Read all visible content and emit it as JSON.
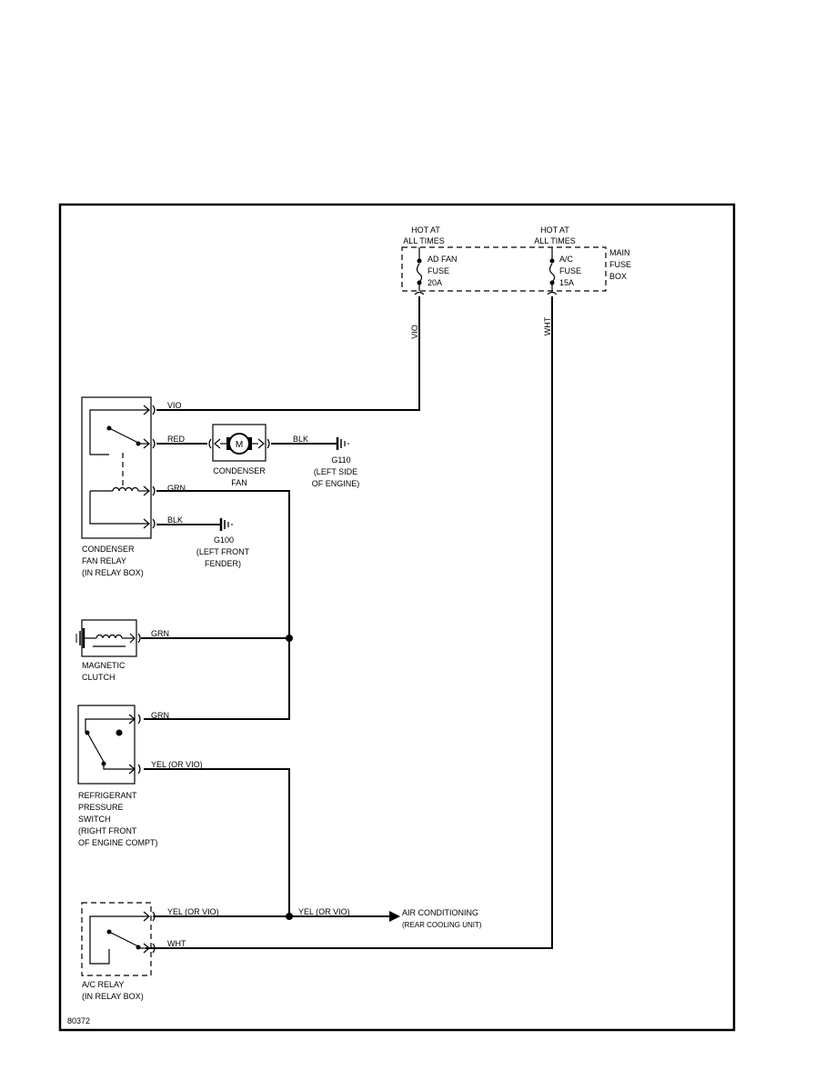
{
  "fuse_box": {
    "hot_line1": "HOT AT",
    "hot_line2": "ALL TIMES",
    "label": [
      "MAIN",
      "FUSE",
      "BOX"
    ],
    "fuse_fan": [
      "AD FAN",
      "FUSE",
      "20A"
    ],
    "fuse_ac": [
      "A/C",
      "FUSE",
      "15A"
    ]
  },
  "wires": {
    "vio": "VIO",
    "wht": "WHT",
    "red": "RED",
    "blk": "BLK",
    "grn": "GRN",
    "yel_or_vio": "YEL (OR VIO)"
  },
  "components": {
    "motor_symbol": "M",
    "condenser_fan": [
      "CONDENSER",
      "FAN"
    ],
    "g110": [
      "G110",
      "(LEFT SIDE",
      "OF ENGINE)"
    ],
    "g100": [
      "G100",
      "(LEFT FRONT",
      "FENDER)"
    ],
    "condenser_fan_relay": [
      "CONDENSER",
      "FAN RELAY",
      "(IN RELAY BOX)"
    ],
    "magnetic_clutch": [
      "MAGNETIC",
      "CLUTCH"
    ],
    "refrigerant_switch": [
      "REFRIGERANT",
      "PRESSURE",
      "SWITCH",
      "(RIGHT FRONT",
      "OF ENGINE COMPT)"
    ],
    "air_conditioning": [
      "AIR CONDITIONING",
      "(REAR COOLING UNIT)"
    ],
    "ac_relay": [
      "A/C RELAY",
      "(IN RELAY BOX)"
    ]
  },
  "figure_number": "80372"
}
